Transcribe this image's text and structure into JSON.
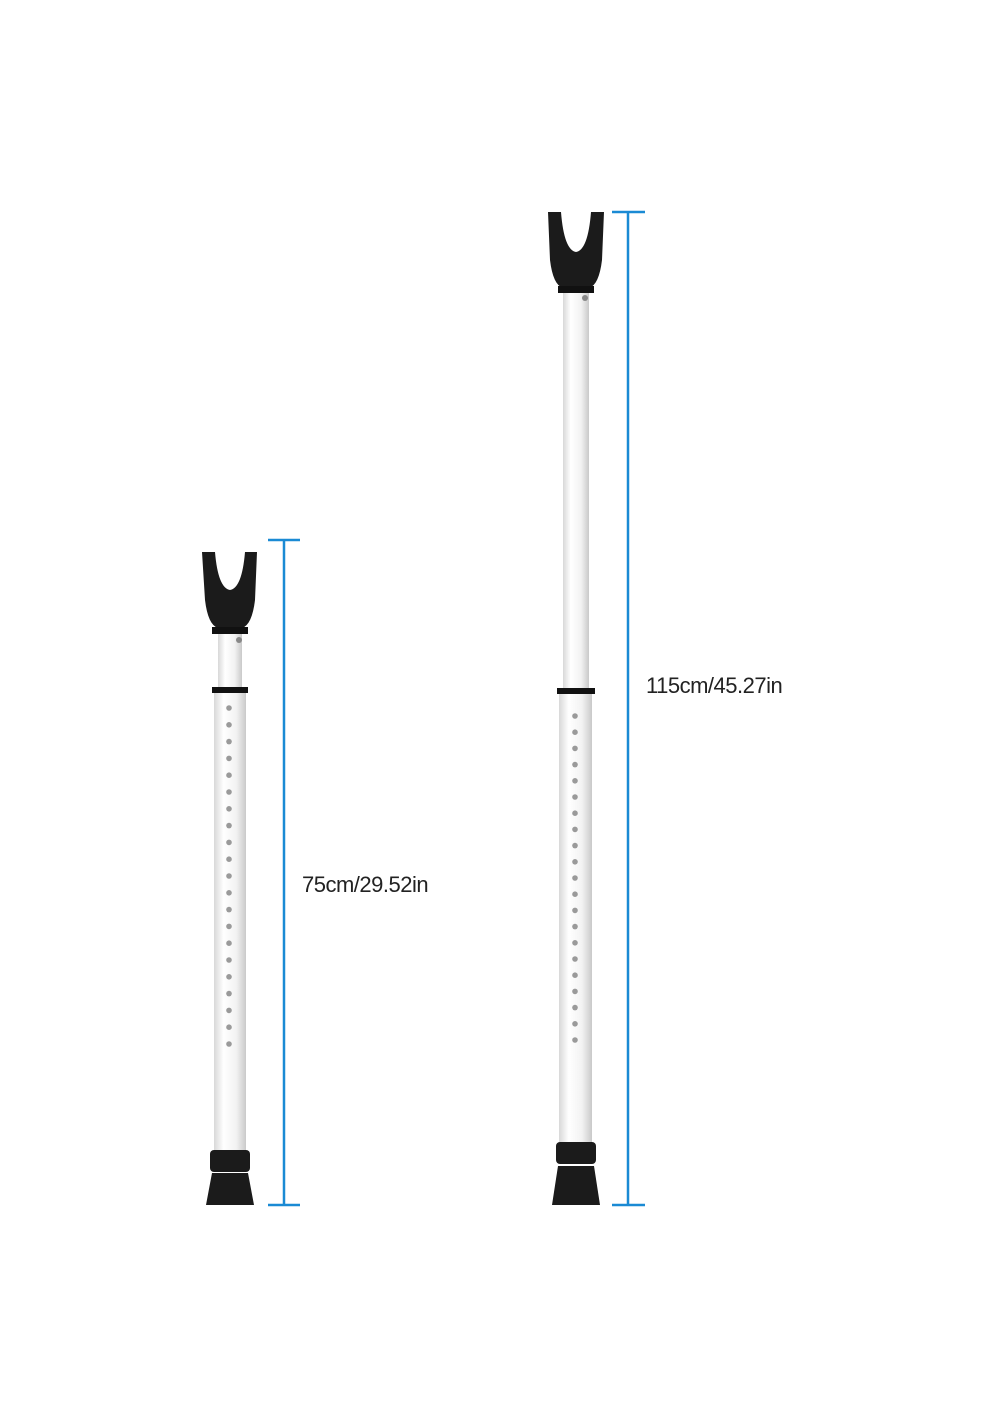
{
  "products": [
    {
      "name": "retracted-bar",
      "dimension_label": "75cm/29.52in",
      "holes": 21
    },
    {
      "name": "extended-bar",
      "dimension_label": "115cm/45.27in",
      "holes": 21
    }
  ],
  "colors": {
    "dimension_line": "#1a8ad4",
    "tube": "#f4f4f4",
    "rubber": "#1b1b1b"
  }
}
